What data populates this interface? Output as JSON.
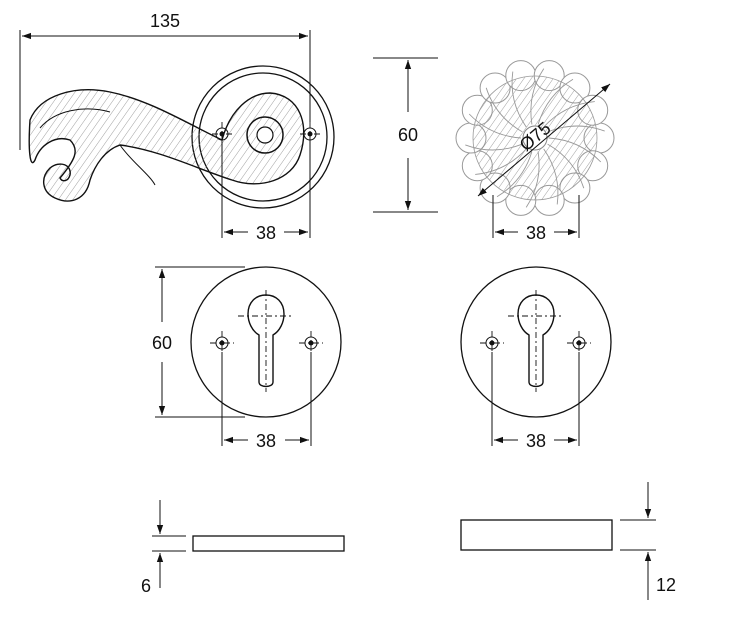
{
  "dimensions": {
    "lever_length": "135",
    "lever_rose_height": "60",
    "lever_rose_screw_spacing": "38",
    "knob_diameter": "Ø75",
    "knob_screw_spacing": "38",
    "escutcheon_left_height": "60",
    "escutcheon_left_screw_spacing": "38",
    "escutcheon_right_screw_spacing": "38",
    "plate_thin_thickness": "6",
    "plate_thick_thickness": "12"
  },
  "colors": {
    "ink": "#111111",
    "hatch": "#777777",
    "background": "#ffffff"
  }
}
